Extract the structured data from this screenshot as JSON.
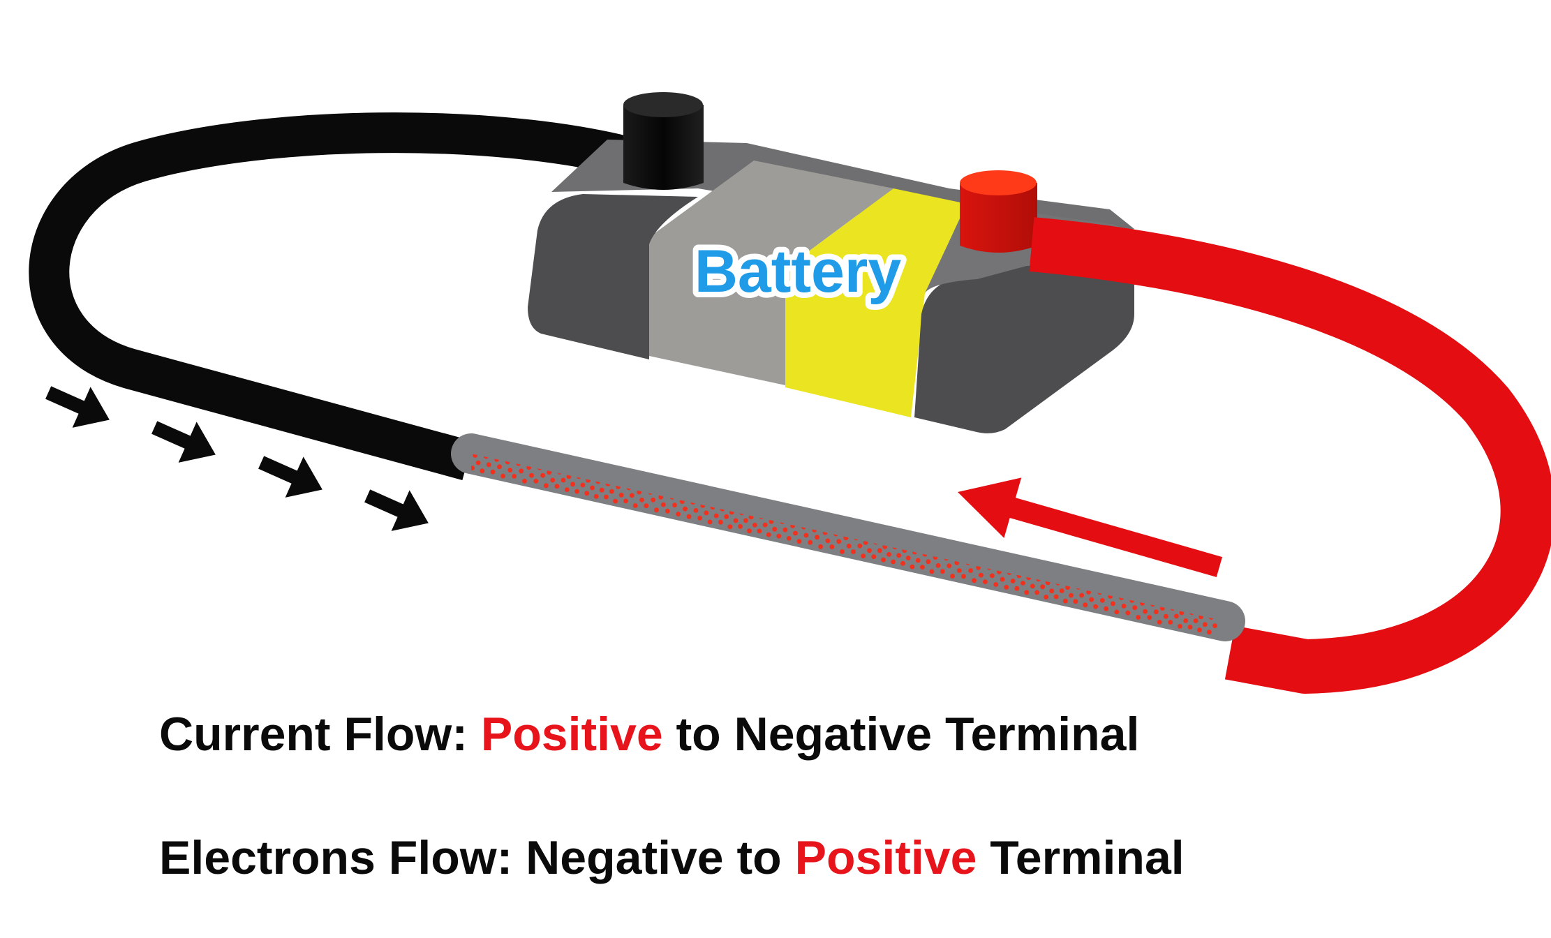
{
  "diagram": {
    "battery_label": "Battery",
    "colors": {
      "positive": "#e40e12",
      "negative": "#0a0a0a",
      "label_text": "#1f9be8",
      "caption_highlight": "#e8141b",
      "battery_yellow": "#eae520",
      "battery_gray": "#9d9c98",
      "battery_dark": "#4d4d4f",
      "conductor_gray": "#7d7f82",
      "electron_dots": "#f2301e"
    },
    "icons": {
      "electron_flow_arrows": "arrow-right-icon",
      "current_flow_arrow": "arrow-left-icon"
    }
  },
  "captions": {
    "current": {
      "prefix": "Current Flow: ",
      "highlight": "Positive",
      "suffix": " to Negative Terminal"
    },
    "electrons": {
      "prefix": "Electrons Flow: Negative to ",
      "highlight": "Positive",
      "suffix": " Terminal"
    }
  }
}
